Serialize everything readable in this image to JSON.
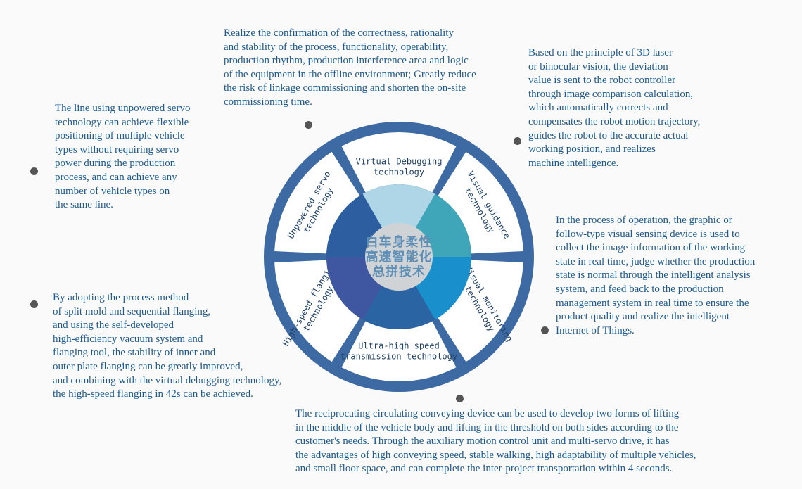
{
  "colors": {
    "text": "#1d5a8e",
    "outer_ring": "#3e6aa3",
    "segment_fill": "#ffffff",
    "inner_light": "#aed6e6",
    "inner_teal": "#3fa6ba",
    "inner_blue": "#1990cc",
    "inner_navy": "#2b64a3",
    "inner_indigo": "#3f56a1",
    "inner_dark": "#2d5fa0",
    "center": "#d0d3d6",
    "dot": "#555555"
  },
  "center": {
    "lines": [
      "白车身柔性",
      "高速智能化",
      "总拼技术"
    ]
  },
  "segments": [
    {
      "id": "virtual-debugging",
      "lines": [
        "Virtual Debugging",
        "technology"
      ]
    },
    {
      "id": "visual-guidance",
      "lines": [
        "Visual guidance",
        "technology"
      ]
    },
    {
      "id": "visual-monitoring",
      "lines": [
        "Visual monitoring",
        "technology"
      ]
    },
    {
      "id": "ultra-high-speed",
      "lines": [
        "Ultra-high speed",
        "transmission technology"
      ]
    },
    {
      "id": "high-speed-flanging",
      "lines": [
        "High-speed flanging",
        "technology"
      ]
    },
    {
      "id": "unpowered-servo",
      "lines": [
        "Unpowered servo",
        "technology"
      ]
    }
  ],
  "descriptions": {
    "virtual_debugging": "Realize the confirmation of the correctness, rationality\nand stability of the process, functionality, operability,\nproduction rhythm, production interference area and logic\nof the equipment in the offline environment; Greatly reduce\nthe risk of linkage commissioning and shorten the on-site\ncommissioning time.",
    "visual_guidance": "Based on the principle of 3D laser\nor binocular vision, the deviation\nvalue is sent to the robot controller\nthrough image comparison calculation,\nwhich automatically corrects and\ncompensates the robot motion trajectory,\nguides the robot to the accurate actual\nworking position, and realizes\nmachine intelligence.",
    "visual_monitoring": "In the process of operation, the graphic or\nfollow-type visual sensing device is used to\ncollect the image information of the working\nstate in real time, judge whether the production\nstate is normal through the intelligent analysis\nsystem, and feed back to the production\nmanagement system in real time to ensure the\nproduct quality and realize the intelligent\nInternet of Things.",
    "transmission": "The reciprocating circulating conveying device can be used to develop two forms of lifting\nin the middle of the vehicle body and lifting in the threshold on both sides according to the\ncustomer's needs. Through the auxiliary motion control unit and multi-servo drive, it has\nthe advantages of high conveying speed, stable walking, high adaptability of multiple vehicles,\nand small floor space, and can complete the inter-project transportation within 4 seconds.",
    "flanging": "By adopting the process method\nof split mold and sequential flanging,\nand using the self-developed\nhigh-efficiency vacuum system and\nflanging tool, the stability of inner and\nouter plate flanging can be greatly improved,\nand combining with the virtual debugging technology,\nthe high-speed flanging in 42s can be achieved.",
    "unpowered_servo": "The line using unpowered servo\ntechnology can achieve flexible\npositioning of multiple vehicle\ntypes without requiring servo\npower during the production\nprocess, and can achieve any\nnumber of vehicle types on\nthe same line."
  }
}
